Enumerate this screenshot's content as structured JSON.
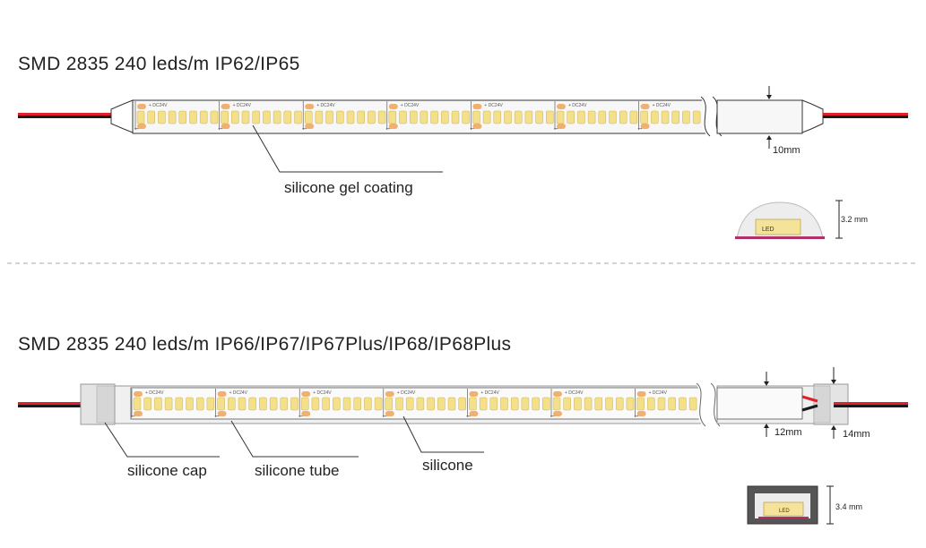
{
  "section_1": {
    "title": "SMD 2835 240 leds/m IP62/IP65",
    "strip_marking": "DC24V",
    "callout": "silicone gel coating",
    "width_label": "10mm",
    "height_label": "3.2 mm",
    "led_label": "LED"
  },
  "section_2": {
    "title": "SMD 2835 240 leds/m IP66/IP67/IP67Plus/IP68/IP68Plus",
    "strip_marking": "DC24V",
    "callouts": {
      "cap": "silicone cap",
      "tube": "silicone tube",
      "silicone": "silicone"
    },
    "width_label_inner": "12mm",
    "width_label_outer": "14mm",
    "height_label": "3.4 mm",
    "led_label": "LED"
  },
  "colors": {
    "wire_red": "#e0202a",
    "wire_black": "#1a1a1a",
    "led_yellow": "#f5e08a",
    "pad_orange": "#f0b070",
    "strip_bg": "#f4f4f4",
    "divider": "#bbbbbb"
  }
}
